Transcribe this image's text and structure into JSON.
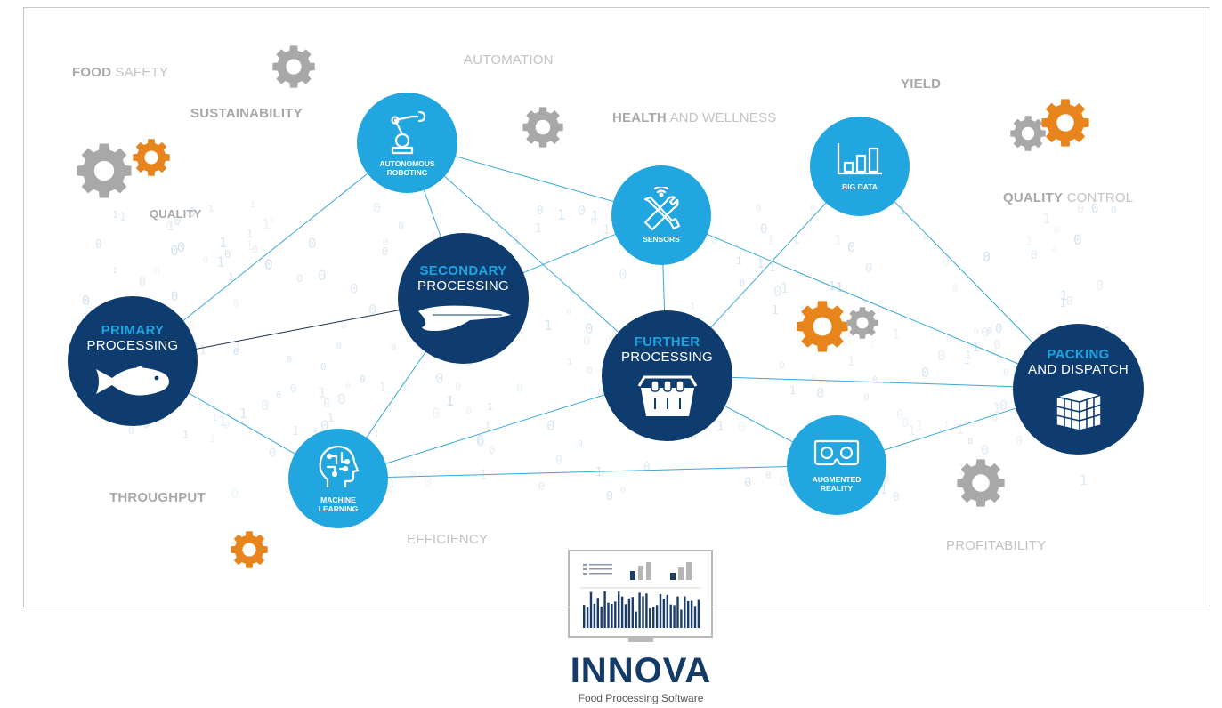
{
  "colors": {
    "light_node": "#22a6e0",
    "dark_node": "#0e3c6e",
    "link_line": "#3aa8d8",
    "gear_gray": "#a8a8a8",
    "gear_orange": "#e8841c",
    "binary_digits": "#cfe1ee",
    "brand": "#143b67"
  },
  "keywords": [
    {
      "bold": "FOOD",
      "rest": " SAFETY"
    },
    {
      "bold": "SUSTAINABILITY",
      "rest": ""
    },
    {
      "bold": "",
      "rest": "AUTOMATION"
    },
    {
      "bold": "HEALTH",
      "rest": " AND WELLNESS"
    },
    {
      "bold": "YIELD",
      "rest": ""
    },
    {
      "bold": "QUALITY",
      "rest": " CONTROL"
    },
    {
      "bold": "QUALITY",
      "rest": ""
    },
    {
      "bold": "THROUGHPUT",
      "rest": ""
    },
    {
      "bold": "",
      "rest": "EFFICIENCY"
    },
    {
      "bold": "",
      "rest": "PROFITABILITY"
    }
  ],
  "nodes": {
    "robotics": {
      "label": "AUTONOMOUS ROBOTING",
      "icon": "robot-arm-icon"
    },
    "sensors": {
      "label": "SENSORS",
      "icon": "tools-wifi-icon"
    },
    "bigdata": {
      "label": "BIG DATA",
      "icon": "bar-chart-icon"
    },
    "ml": {
      "label": "MACHINE LEARNING",
      "icon": "ai-head-icon"
    },
    "ar": {
      "label": "AUGMENTED REALITY",
      "icon": "vr-headset-icon"
    },
    "primary": {
      "line1": "PRIMARY",
      "line2": "PROCESSING",
      "icon": "fish-icon"
    },
    "secondary": {
      "line1": "SECONDARY",
      "line2": "PROCESSING",
      "icon": "fillet-icon"
    },
    "further": {
      "line1": "FURTHER",
      "line2": "PROCESSING",
      "icon": "crate-icon"
    },
    "packing": {
      "line1": "PACKING",
      "line2": "AND DISPATCH",
      "icon": "boxes-icon"
    }
  },
  "gear_icons": [
    "gear-icon"
  ],
  "brand": {
    "name": "INNOVA",
    "tagline": "Food Processing Software",
    "icon": "monitor-icon"
  }
}
